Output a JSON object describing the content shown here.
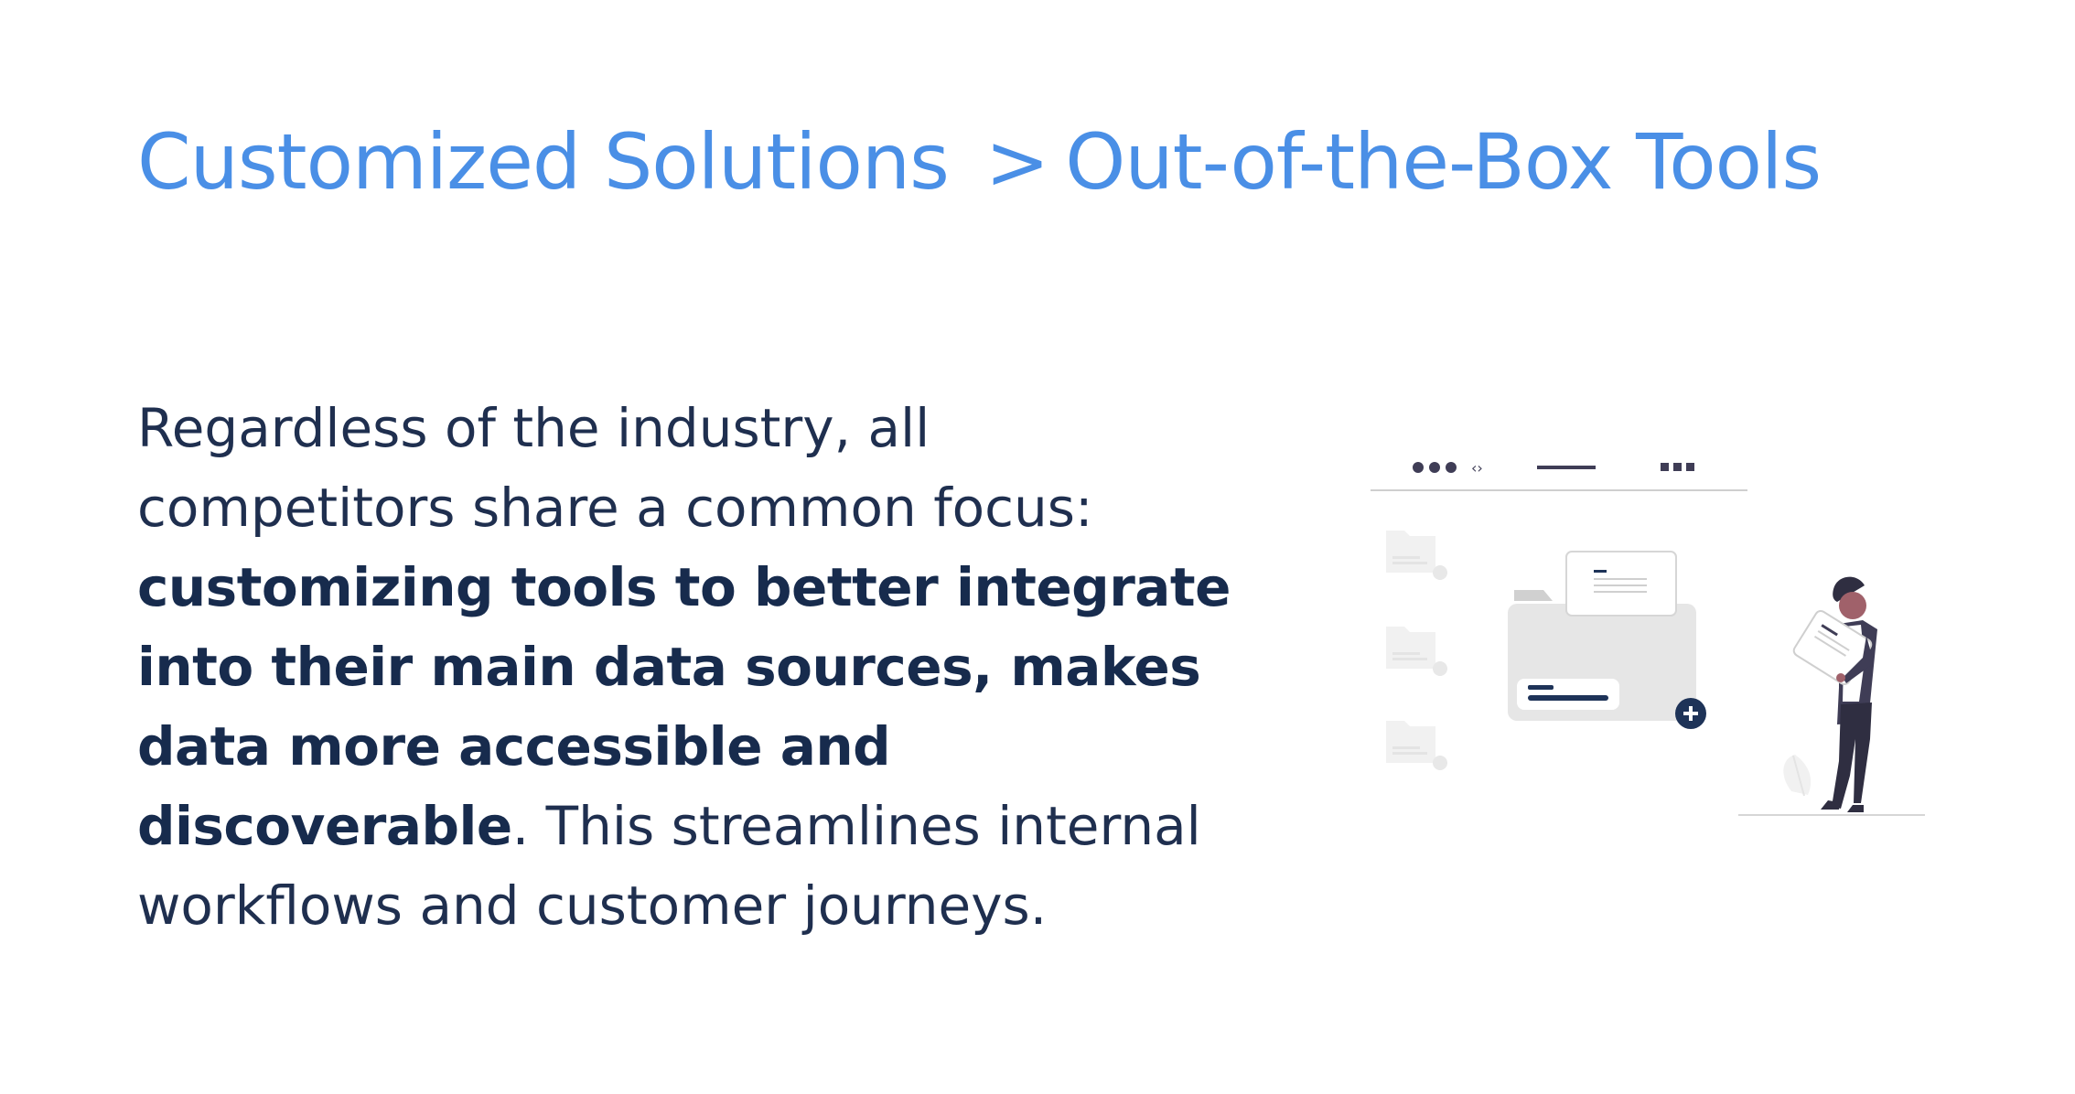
{
  "slide": {
    "title_left": "Customized Solutions",
    "title_separator": ">",
    "title_right": "Out-of-the-Box Tools",
    "body": {
      "line1": "Regardless of the industry, all",
      "line2": "competitors share a common focus:",
      "bold_line1": "customizing tools to better integrate",
      "bold_line2": "into their main data sources, makes",
      "bold_line3": "data more accessible and",
      "bold_line4": "discoverable",
      "line6_rest": ". This streamlines internal",
      "line7": "workflows and customer journeys."
    }
  },
  "illustration": {
    "browser_code_glyph": "‹›",
    "icons": [
      "browser-dots-icon",
      "folder-icon",
      "document-icon",
      "plus-icon",
      "person-figure",
      "leaf-icon"
    ]
  },
  "colors": {
    "title": "#4a8fe6",
    "body_text": "#1f2f4f",
    "illustration_dark": "#1e3358",
    "illustration_light": "#e6e6e6",
    "figure_dark": "#2f2e41"
  }
}
